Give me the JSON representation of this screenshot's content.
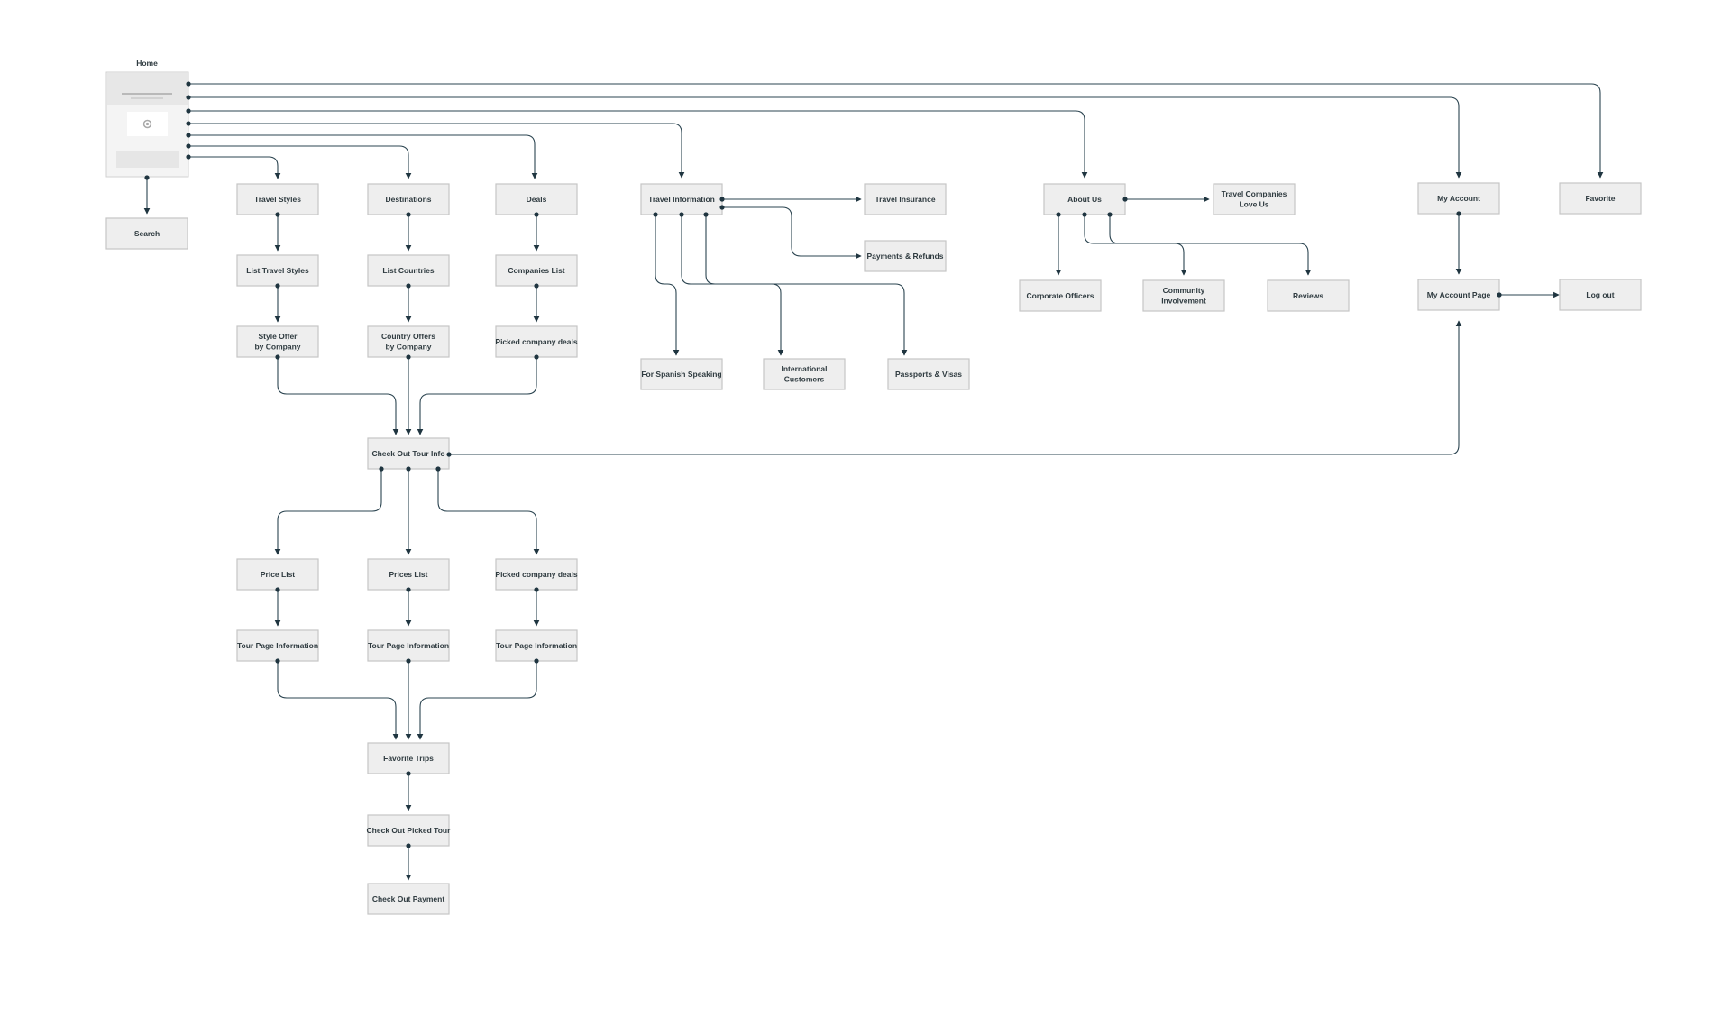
{
  "home": {
    "title": "Home"
  },
  "icons": {
    "home_thumbnail_image": "image-placeholder-icon"
  },
  "colors": {
    "box_fill": "#eeeeee",
    "box_border": "#c5c5c5",
    "connector": "#2b4450"
  },
  "nodes": {
    "search": "Search",
    "travel_styles": "Travel Styles",
    "list_travel_styles": "List Travel Styles",
    "style_offer": [
      "Style Offer",
      "by Company"
    ],
    "destinations": "Destinations",
    "list_countries": "List Countries",
    "country_offers": [
      "Country Offers",
      "by Company"
    ],
    "deals": "Deals",
    "companies_list": "Companies List",
    "picked_company_deals_1": "Picked company deals",
    "travel_information": "Travel Information",
    "travel_insurance": "Travel Insurance",
    "payments_refunds": "Payments & Refunds",
    "for_spanish_speaking": "For Spanish Speaking",
    "international_customers": [
      "International",
      "Customers"
    ],
    "passports_visas": "Passports & Visas",
    "about_us": "About Us",
    "travel_companies_love_us": [
      "Travel Companies",
      "Love Us"
    ],
    "corporate_officers": "Corporate Officers",
    "community_involvement": [
      "Community",
      "Involvement"
    ],
    "reviews": "Reviews",
    "my_account": "My Account",
    "my_account_page": "My Account Page",
    "favorite": "Favorite",
    "log_out": "Log out",
    "check_out_tour_info": "Check Out Tour Info",
    "price_list": "Price List",
    "prices_list": "Prices List",
    "picked_company_deals_2": "Picked company deals",
    "tour_page_information_1": "Tour Page Information",
    "tour_page_information_2": "Tour Page Information",
    "tour_page_information_3": "Tour Page Information",
    "favorite_trips": "Favorite Trips",
    "check_out_picked_tour": "Check Out Picked Tour",
    "check_out_payment": "Check Out Payment"
  },
  "edges": [
    [
      "home",
      "search"
    ],
    [
      "home",
      "travel_styles"
    ],
    [
      "home",
      "destinations"
    ],
    [
      "home",
      "deals"
    ],
    [
      "home",
      "travel_information"
    ],
    [
      "home",
      "about_us"
    ],
    [
      "home",
      "my_account"
    ],
    [
      "home",
      "favorite"
    ],
    [
      "travel_styles",
      "list_travel_styles"
    ],
    [
      "list_travel_styles",
      "style_offer"
    ],
    [
      "destinations",
      "list_countries"
    ],
    [
      "list_countries",
      "country_offers"
    ],
    [
      "deals",
      "companies_list"
    ],
    [
      "companies_list",
      "picked_company_deals_1"
    ],
    [
      "style_offer",
      "check_out_tour_info"
    ],
    [
      "country_offers",
      "check_out_tour_info"
    ],
    [
      "picked_company_deals_1",
      "check_out_tour_info"
    ],
    [
      "travel_information",
      "travel_insurance"
    ],
    [
      "travel_information",
      "payments_refunds"
    ],
    [
      "travel_information",
      "for_spanish_speaking"
    ],
    [
      "travel_information",
      "international_customers"
    ],
    [
      "travel_information",
      "passports_visas"
    ],
    [
      "about_us",
      "travel_companies_love_us"
    ],
    [
      "about_us",
      "corporate_officers"
    ],
    [
      "about_us",
      "community_involvement"
    ],
    [
      "about_us",
      "reviews"
    ],
    [
      "my_account",
      "my_account_page"
    ],
    [
      "my_account_page",
      "log_out"
    ],
    [
      "check_out_tour_info",
      "my_account_page"
    ],
    [
      "check_out_tour_info",
      "price_list"
    ],
    [
      "check_out_tour_info",
      "prices_list"
    ],
    [
      "check_out_tour_info",
      "picked_company_deals_2"
    ],
    [
      "price_list",
      "tour_page_information_1"
    ],
    [
      "prices_list",
      "tour_page_information_2"
    ],
    [
      "picked_company_deals_2",
      "tour_page_information_3"
    ],
    [
      "tour_page_information_1",
      "favorite_trips"
    ],
    [
      "tour_page_information_2",
      "favorite_trips"
    ],
    [
      "tour_page_information_3",
      "favorite_trips"
    ],
    [
      "favorite_trips",
      "check_out_picked_tour"
    ],
    [
      "check_out_picked_tour",
      "check_out_payment"
    ]
  ]
}
